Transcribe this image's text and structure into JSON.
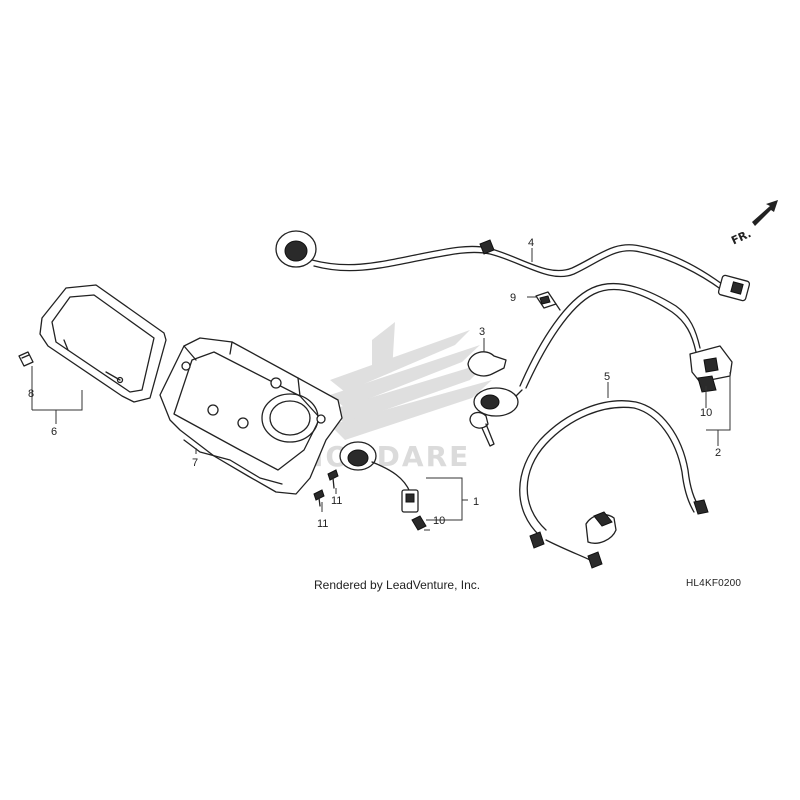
{
  "diagram": {
    "front_indicator": "FR.",
    "watermark_text": "HONDARE",
    "rendered_by": "Rendered by LeadVenture, Inc.",
    "diagram_code": "HL4KF0200",
    "callouts": {
      "c1": "1",
      "c2": "2",
      "c3": "3",
      "c4": "4",
      "c5": "5",
      "c6": "6",
      "c7": "7",
      "c8": "8",
      "c9": "9",
      "c10a": "10",
      "c10b": "10",
      "c11a": "11",
      "c11b": "11"
    }
  }
}
